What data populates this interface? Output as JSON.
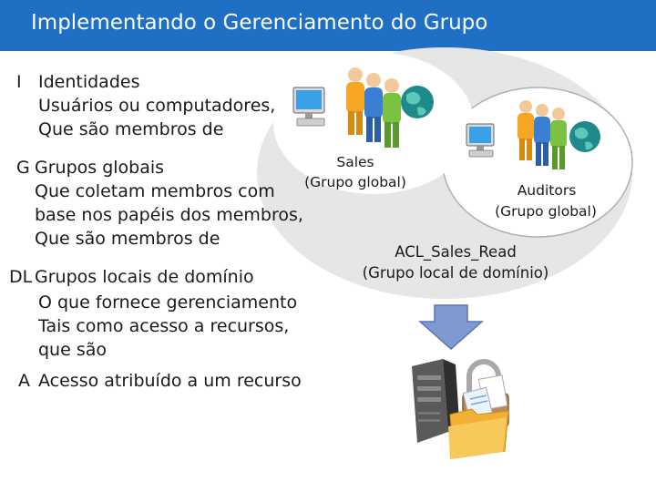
{
  "slide": {
    "title": "Implementando o Gerenciamento do Grupo"
  },
  "list": [
    {
      "letter": "I",
      "lines": [
        "Identidades",
        "Usuários ou computadores,",
        "Que são membros de"
      ]
    },
    {
      "letter": "G",
      "lines": [
        "Grupos globais",
        "Que coletam membros com",
        "base nos papéis dos membros,",
        "Que são membros de"
      ]
    },
    {
      "letter": "DL",
      "lines": [
        "Grupos locais de domínio",
        "O que fornece gerenciamento",
        "Tais como acesso a recursos,",
        "que são"
      ]
    },
    {
      "letter": "A",
      "lines": [
        "Acesso atribuído a um recurso"
      ]
    }
  ],
  "diagram": {
    "sales": {
      "name": "Sales",
      "type": "(Grupo global)"
    },
    "auditors": {
      "name": "Auditors",
      "type": "(Grupo global)"
    },
    "acl": {
      "name": "ACL_Sales_Read",
      "type": "(Grupo local de domínio)"
    }
  },
  "colors": {
    "title_bar": "#1f6fc5",
    "arrow": "#7f9ad0",
    "group_fill": "#e6e6e6",
    "person_orange": "#f5a623",
    "person_blue": "#3b7fd4",
    "person_green": "#7cc242",
    "globe": "#1e8a8a"
  },
  "icons": [
    "person-icon",
    "computer-icon",
    "globe-icon",
    "server-icon",
    "padlock-icon",
    "folder-icon",
    "down-arrow-icon"
  ]
}
